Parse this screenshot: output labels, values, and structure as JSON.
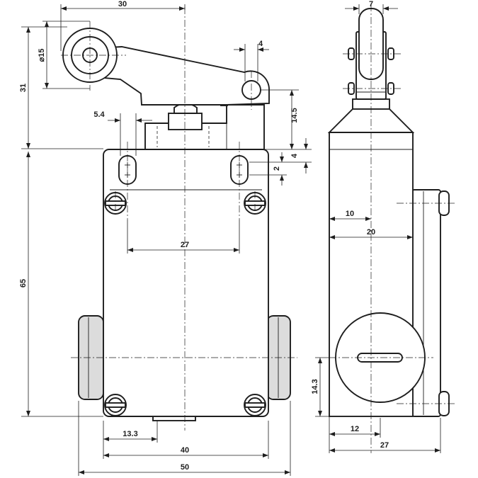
{
  "front_view": {
    "dims": {
      "lever_width": "30",
      "roller_diameter": "⌀15",
      "lever_height": "31",
      "hole_offset": "4",
      "plunger_height": "14.5",
      "plunger_width": "5.4",
      "slot_height": "4",
      "slot_spacing": "2",
      "hole_spacing": "27",
      "body_height": "65",
      "mount_offset": "13.3",
      "hole_pitch": "40",
      "overall_width": "50"
    }
  },
  "side_view": {
    "dims": {
      "roller_width": "7",
      "depth_inner": "10",
      "depth_body": "20",
      "gland_height": "14.3",
      "gland_offset": "12",
      "depth_overall": "27"
    }
  }
}
